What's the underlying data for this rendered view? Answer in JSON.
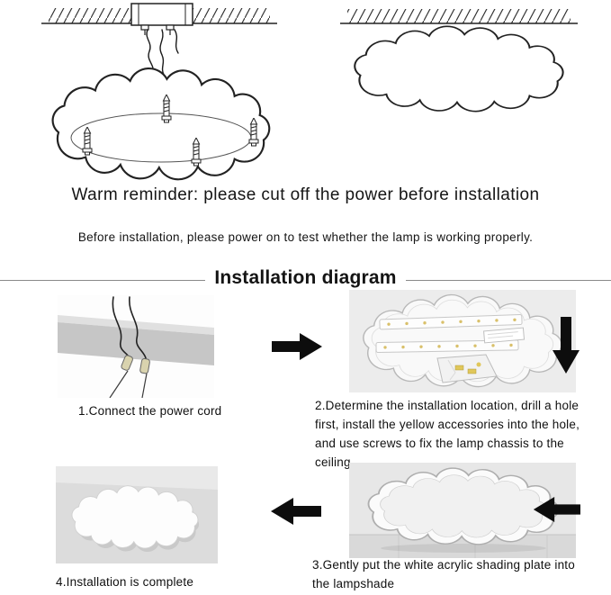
{
  "page": {
    "background": "#ffffff"
  },
  "colors": {
    "arrow": "#0d0d0d",
    "line_art": "#222222",
    "photo_bg": "#ececec",
    "accent_yellow": "#e0c75a"
  },
  "reminder": {
    "warm": "Warm reminder: please cut off the power before installation",
    "test_first": "Before installation, please power on to test whether the lamp is working properly."
  },
  "section": {
    "title": "Installation diagram"
  },
  "steps": [
    {
      "id": 1,
      "caption": "1.Connect the power cord"
    },
    {
      "id": 2,
      "caption": "2.Determine the installation location, drill a hole first, install the yellow accessories into the hole, and use screws to fix the lamp chassis to the ceiling"
    },
    {
      "id": 3,
      "caption": "3.Gently put the white acrylic shading plate into the lampshade"
    },
    {
      "id": 4,
      "caption": "4.Installation is complete"
    }
  ],
  "icons": {
    "arrow_right": "arrow-right",
    "arrow_down": "arrow-down",
    "arrow_left": "arrow-left"
  }
}
